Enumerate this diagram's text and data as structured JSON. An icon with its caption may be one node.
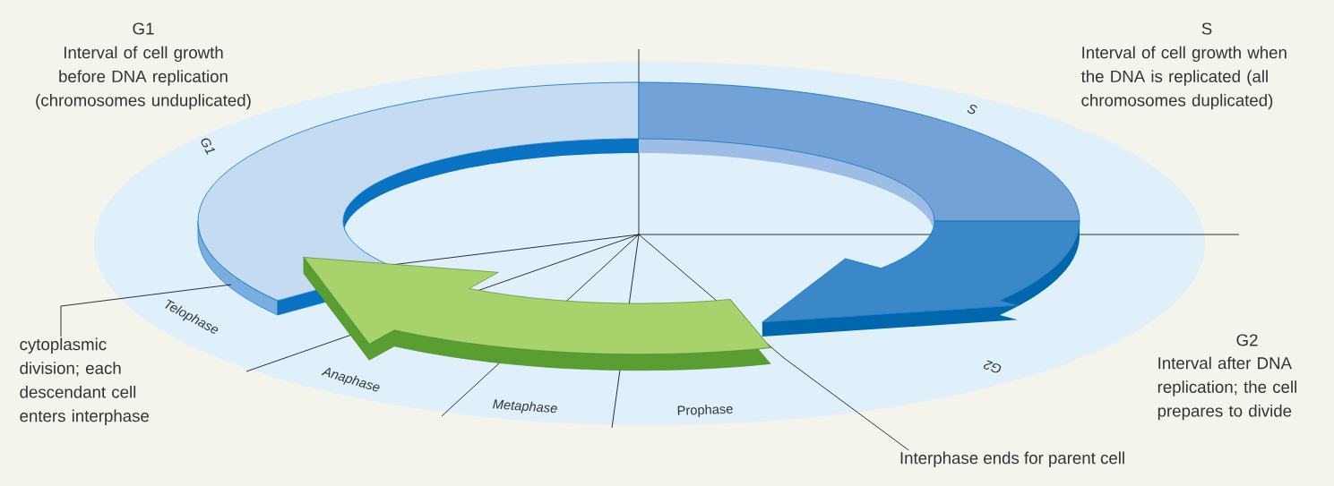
{
  "diagram": {
    "nodes": [
      {
        "text": [
          "cytoplasmic division; each descendant cell enters interphase"
        ]
      },
      {
        "text": [
          "Interphase ends for parent cell"
        ]
      }
    ],
    "edges": [
      {
        "from": 0,
        "to": null,
        "arrow": "none"
      },
      {
        "from": 1,
        "to": null,
        "arrow": "none"
      }
    ],
    "labels": [
      "G1",
      "Interval of cell growth before DNA replication (chromosomes unduplicated)",
      "S",
      "Interval of cell growth when the DNA is replicated (all chromosomes duplicated)",
      "G1",
      "S",
      "G2",
      "Interval after DNA replication; the cell prepares to divide",
      "Telophase",
      "Anaphase",
      "Metaphase",
      "Prophase",
      "G2"
    ]
  }
}
